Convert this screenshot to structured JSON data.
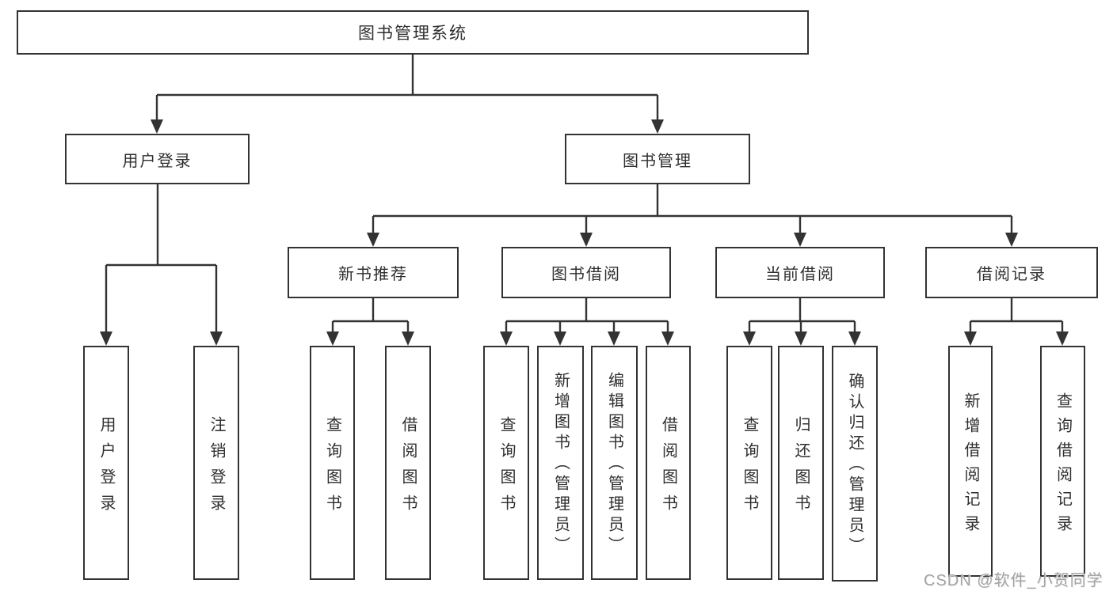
{
  "nodes": {
    "root": {
      "label": "图书管理系统"
    },
    "level2": [
      {
        "label": "用户登录"
      },
      {
        "label": "图书管理"
      }
    ],
    "level3": [
      {
        "label": "新书推荐"
      },
      {
        "label": "图书借阅"
      },
      {
        "label": "当前借阅"
      },
      {
        "label": "借阅记录"
      }
    ],
    "leaves": [
      {
        "label": "用户登录"
      },
      {
        "label": "注销登录"
      },
      {
        "label": "查询图书"
      },
      {
        "label": "借阅图书"
      },
      {
        "label": "查询图书"
      },
      {
        "label": "新增图书（管理员）"
      },
      {
        "label": "编辑图书（管理员）"
      },
      {
        "label": "借阅图书"
      },
      {
        "label": "查询图书"
      },
      {
        "label": "归还图书"
      },
      {
        "label": "确认归还（管理员）"
      },
      {
        "label": "新增借阅记录"
      },
      {
        "label": "查询借阅记录"
      }
    ]
  },
  "watermark": {
    "text": "CSDN @软件_小贺同学"
  },
  "colors": {
    "line": "#333333",
    "text": "#2f2f2f",
    "watermark": "#a3a3a3"
  }
}
